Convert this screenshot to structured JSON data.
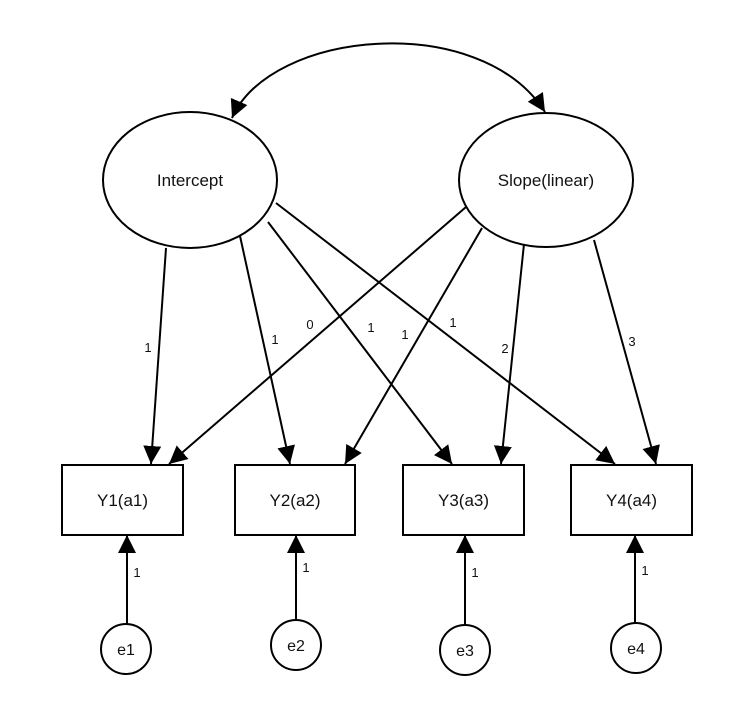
{
  "latents": {
    "intercept": "Intercept",
    "slope": "Slope(linear)"
  },
  "observed": [
    "Y1(a1)",
    "Y2(a2)",
    "Y3(a3)",
    "Y4(a4)"
  ],
  "errors": [
    "e1",
    "e2",
    "e3",
    "e4"
  ],
  "intercept_loadings": [
    "1",
    "1",
    "1",
    "1"
  ],
  "slope_loadings": [
    "0",
    "1",
    "2",
    "3"
  ],
  "error_loadings": [
    "1",
    "1",
    "1",
    "1"
  ],
  "colors": {
    "stroke": "#000000",
    "fill": "#ffffff",
    "text": "#111111"
  }
}
